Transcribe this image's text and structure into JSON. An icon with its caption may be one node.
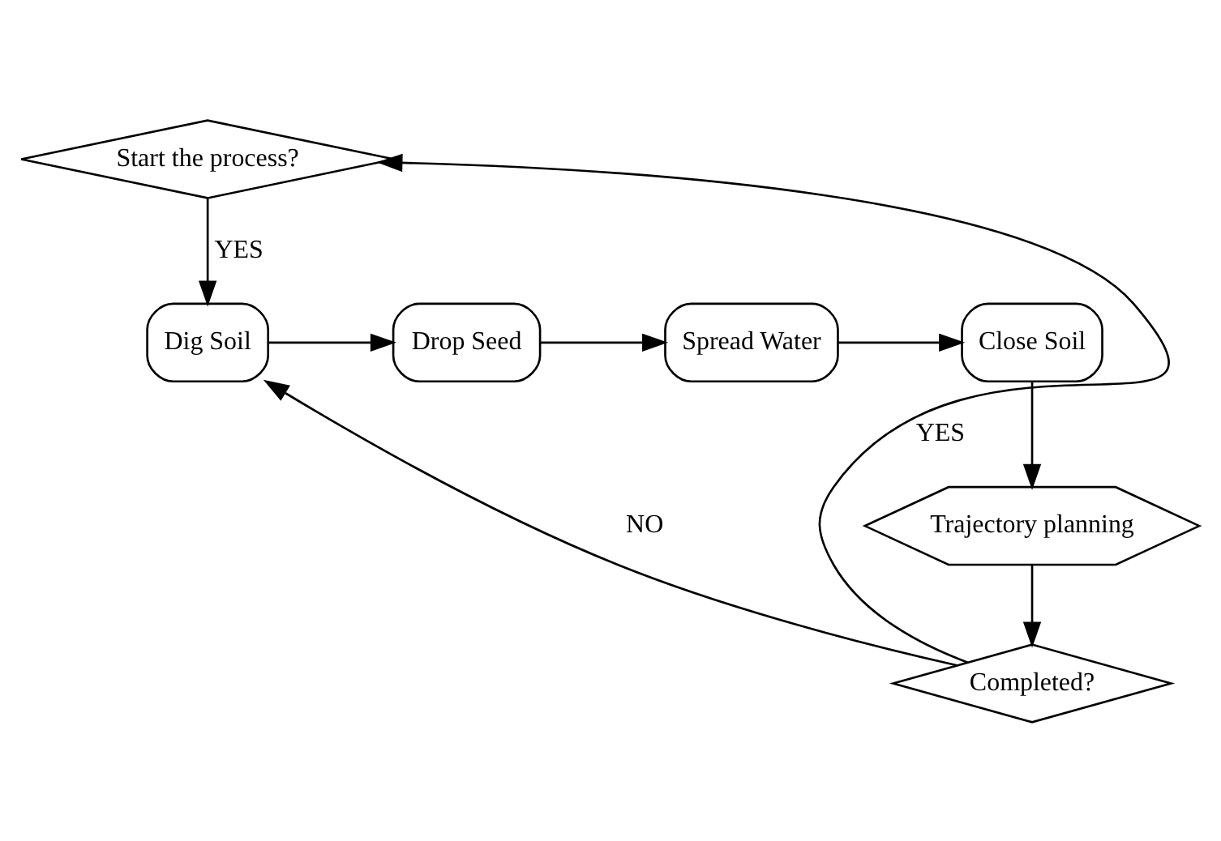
{
  "diagram": {
    "nodes": [
      {
        "text": [
          "Start the process?"
        ]
      },
      {
        "text": [
          "Dig Soil"
        ]
      },
      {
        "text": [
          "Drop Seed"
        ]
      },
      {
        "text": [
          "Spread Water"
        ]
      },
      {
        "text": [
          "Close Soil"
        ]
      },
      {
        "text": [
          "Trajectory planning"
        ]
      },
      {
        "text": [
          "Completed?"
        ]
      }
    ],
    "edges": [
      {
        "from": 0,
        "to": 1,
        "arrow": "to",
        "label": "YES"
      },
      {
        "from": 1,
        "to": 2,
        "arrow": "to"
      },
      {
        "from": 2,
        "to": 3,
        "arrow": "to"
      },
      {
        "from": 3,
        "to": 4,
        "arrow": "to"
      },
      {
        "from": 4,
        "to": 5,
        "arrow": "to"
      },
      {
        "from": 5,
        "to": 6,
        "arrow": "to"
      },
      {
        "from": 6,
        "to": 1,
        "arrow": "to",
        "label": "NO"
      },
      {
        "from": 6,
        "to": 0,
        "arrow": "to",
        "label": "YES"
      }
    ]
  }
}
